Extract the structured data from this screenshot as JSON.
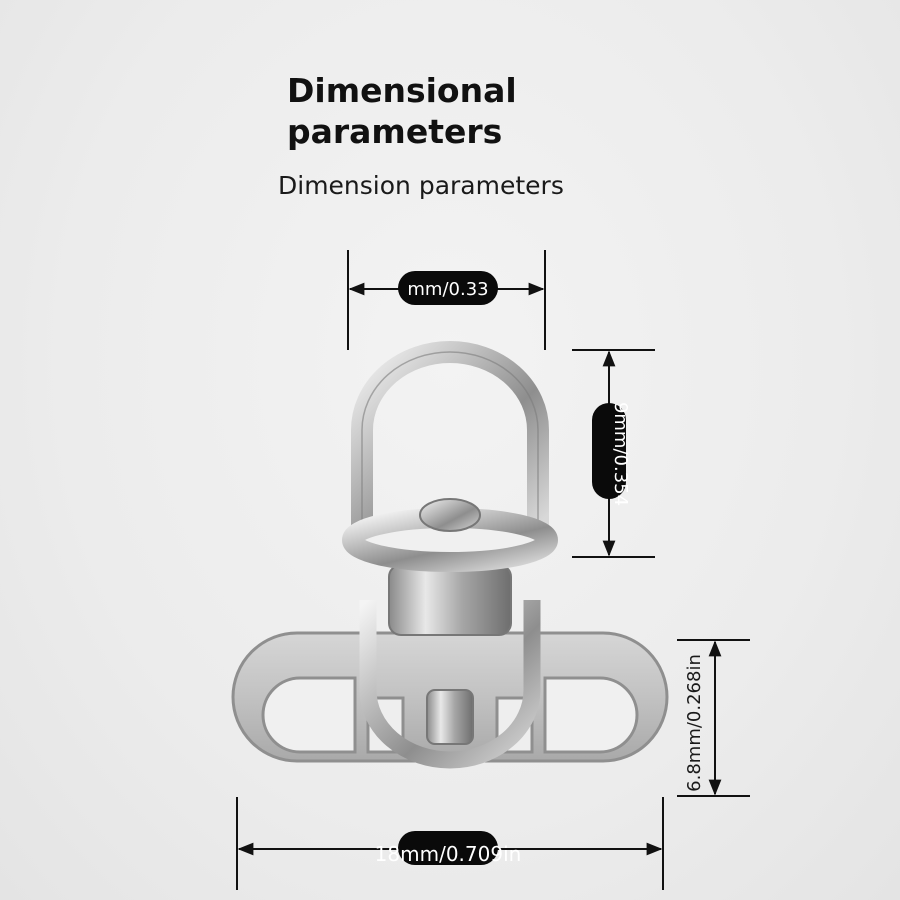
{
  "title": "Dimensional parameters",
  "subtitle": "Dimension parameters",
  "dimensions": {
    "top_width": "mm/0.33",
    "ring_height": "9mm/0.354",
    "base_height": "6.8mm/0.268in",
    "base_width": "18mm/0.709in"
  },
  "colors": {
    "background": "#ececec",
    "metal": "#c8c8c8",
    "label_pill": "#0a0a0a"
  }
}
